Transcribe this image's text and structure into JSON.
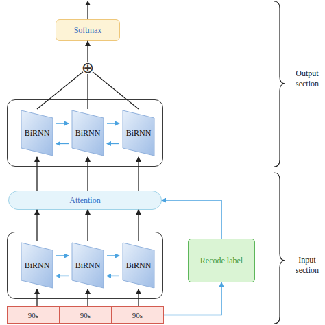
{
  "diagram": {
    "nodes": [
      {
        "text": [
          "Softmax"
        ]
      },
      {
        "text": [
          "⊕"
        ]
      },
      {
        "text": []
      },
      {
        "text": [
          "BiRNN"
        ],
        "in": 2
      },
      {
        "text": [
          "BiRNN"
        ],
        "in": 2
      },
      {
        "text": [
          "BiRNN"
        ],
        "in": 2
      },
      {
        "text": [
          "Attention"
        ]
      },
      {
        "text": []
      },
      {
        "text": [
          "BiRNN"
        ],
        "in": 7
      },
      {
        "text": [
          "BiRNN"
        ],
        "in": 7
      },
      {
        "text": [
          "BiRNN"
        ],
        "in": 7
      },
      {
        "text": [
          "Recode label"
        ]
      },
      {
        "text": [
          "90s"
        ]
      },
      {
        "text": [
          "90s"
        ]
      },
      {
        "text": [
          "90s"
        ]
      }
    ],
    "edges": [
      {
        "from": 1,
        "to": 0,
        "arrow": "to"
      },
      {
        "from": 3,
        "to": 1,
        "arrow": "none"
      },
      {
        "from": 4,
        "to": 1,
        "arrow": "none"
      },
      {
        "from": 5,
        "to": 1,
        "arrow": "none"
      },
      {
        "from": 6,
        "to": 3,
        "arrow": "to"
      },
      {
        "from": 6,
        "to": 4,
        "arrow": "to"
      },
      {
        "from": 6,
        "to": 5,
        "arrow": "to"
      },
      {
        "from": 8,
        "to": 6,
        "arrow": "to"
      },
      {
        "from": 9,
        "to": 6,
        "arrow": "to"
      },
      {
        "from": 10,
        "to": 6,
        "arrow": "to"
      },
      {
        "from": 12,
        "to": 8,
        "arrow": "to"
      },
      {
        "from": 13,
        "to": 9,
        "arrow": "to"
      },
      {
        "from": 14,
        "to": 10,
        "arrow": "to"
      },
      {
        "from": 14,
        "to": 11,
        "arrow": "to"
      },
      {
        "from": 11,
        "to": 6,
        "arrow": "to"
      },
      {
        "from": 3,
        "to": 4,
        "arrow": "to"
      },
      {
        "from": 4,
        "to": 3,
        "arrow": "to"
      },
      {
        "from": 4,
        "to": 5,
        "arrow": "to"
      },
      {
        "from": 5,
        "to": 4,
        "arrow": "to"
      },
      {
        "from": 8,
        "to": 9,
        "arrow": "to"
      },
      {
        "from": 9,
        "to": 8,
        "arrow": "to"
      },
      {
        "from": 9,
        "to": 10,
        "arrow": "to"
      },
      {
        "from": 10,
        "to": 9,
        "arrow": "to"
      }
    ],
    "labels": [
      "Output section",
      "Input section"
    ]
  }
}
